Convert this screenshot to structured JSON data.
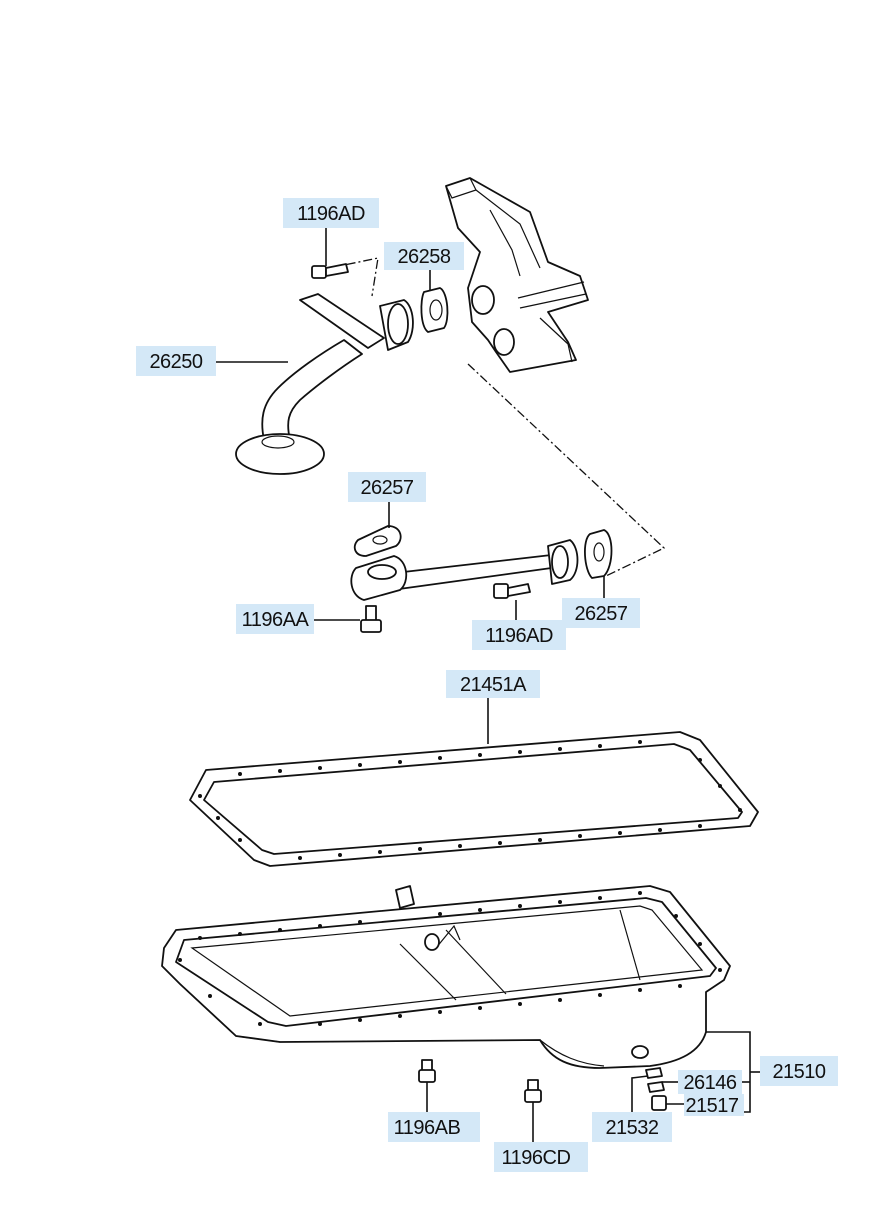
{
  "labels": {
    "l_1196ad_top": "1196AD",
    "l_26258": "26258",
    "l_26250": "26250",
    "l_26257_upper": "26257",
    "l_1196aa": "1196AA",
    "l_1196ad_mid": "1196AD",
    "l_26257_lower": "26257",
    "l_21451a": "21451A",
    "l_21510": "21510",
    "l_26146": "26146",
    "l_21517": "21517",
    "l_21532": "21532",
    "l_1196ab": "1196AB",
    "l_1196cd": "1196CD"
  },
  "colors": {
    "label_background": "#d4e8f7",
    "line": "#111111"
  }
}
